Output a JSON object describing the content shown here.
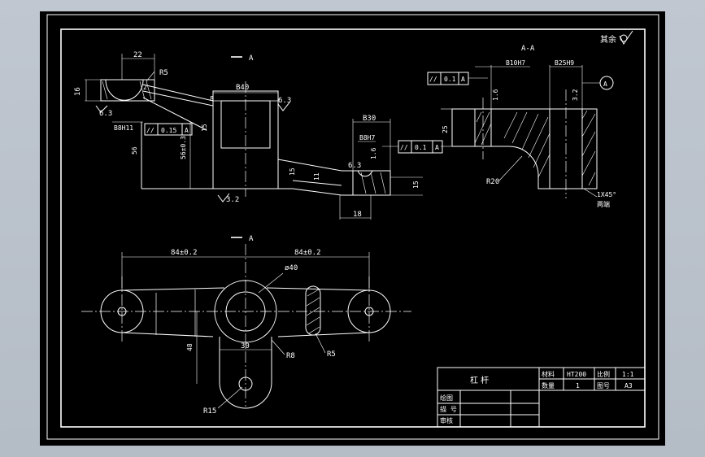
{
  "drawing": {
    "section_label": "A-A",
    "view_label_a": "A",
    "view_label_b": "A",
    "roughness_other": "其余",
    "datum_a": "A",
    "tolerance_1_sym": "//",
    "tolerance_1_val": "0.15",
    "tolerance_1_ref": "A",
    "tolerance_2_sym": "//",
    "tolerance_2_val": "0.1",
    "tolerance_2_ref": "A",
    "tolerance_3_sym": "//",
    "tolerance_3_val": "0.1",
    "tolerance_3_ref": "A",
    "dims": {
      "d22": "22",
      "r5": "R5",
      "d16": "16",
      "d2": "2",
      "d8": "8",
      "r6_3_a": "6.3",
      "r6_3_b": "6.3",
      "r6_3_c": "6.3",
      "b8h11": "B8H11",
      "b40": "B40",
      "d56a": "56",
      "d56": "56±0.3",
      "r3_2": "3.2",
      "b30": "B30",
      "b8h7": "B8H7",
      "d15a": "15",
      "d11": "11",
      "d15b": "15",
      "d18": "18",
      "d1_6a": "1.6",
      "d1_6b": "1.6",
      "b10h7": "B10H7",
      "b25h9": "B25H9",
      "d3_2": "3.2",
      "d25": "25",
      "r20": "R20",
      "chamfer": "1X45°",
      "both_ends": "两端",
      "d84a": "84±0.2",
      "d84b": "84±0.2",
      "phi40": "ø40",
      "d48": "48",
      "d30": "30",
      "r8": "R8",
      "r5b": "R5",
      "r15": "R15"
    }
  },
  "title_block": {
    "part_name": "杠 杆",
    "material_label": "材料",
    "material_value": "HT200",
    "scale_label": "比例",
    "scale_value": "1:1",
    "qty_label": "数量",
    "qty_value": "1",
    "drawing_no_label": "图号",
    "drawing_no_value": "A3",
    "drawn_label": "绘图",
    "design_label": "描 号",
    "check_label": "审核"
  }
}
